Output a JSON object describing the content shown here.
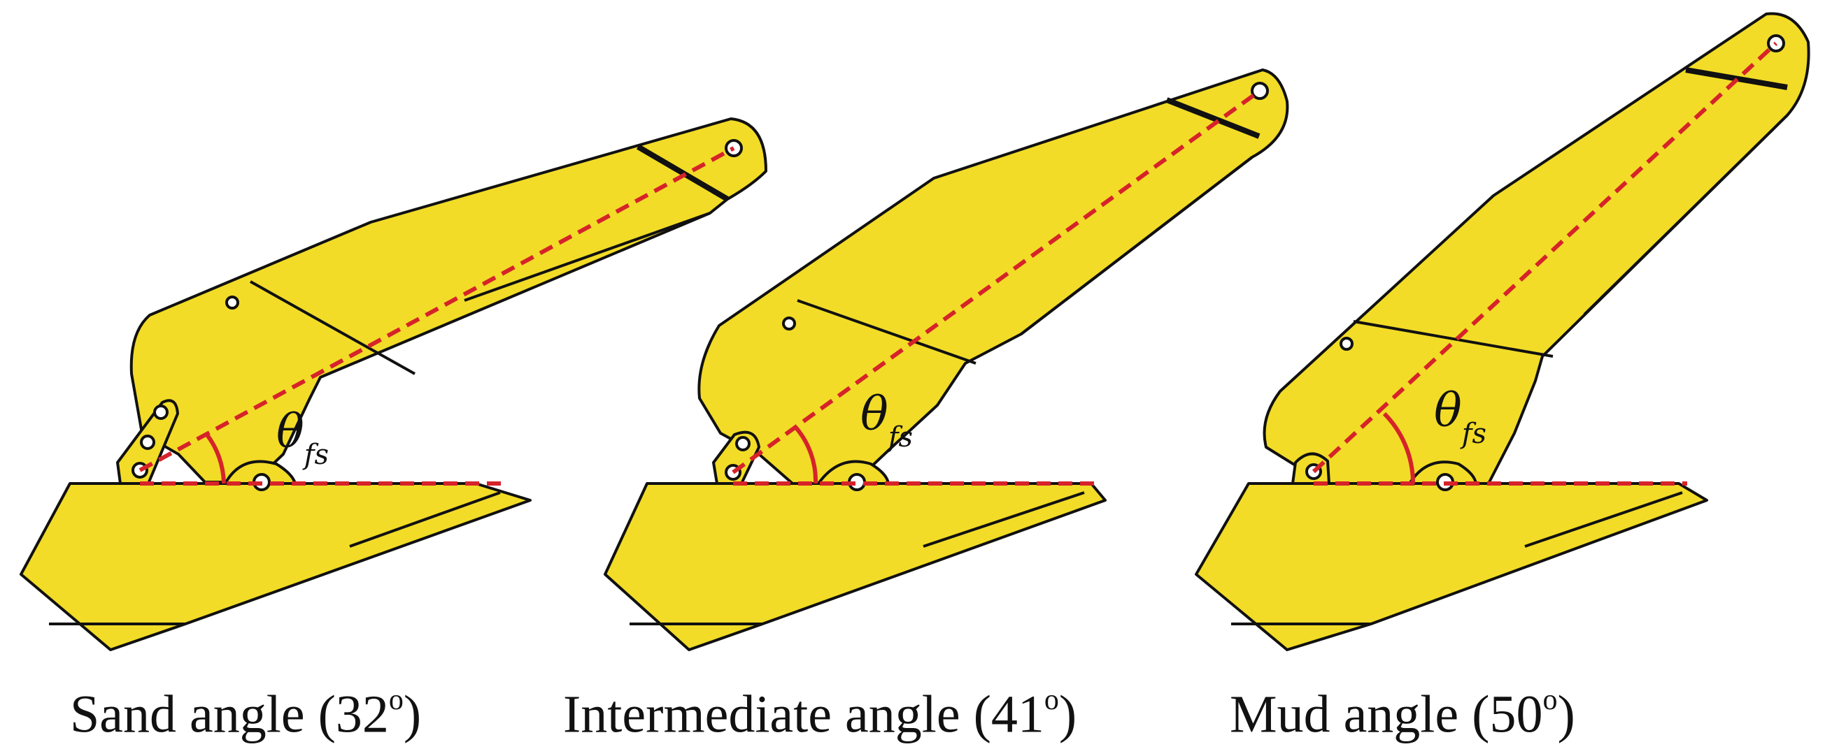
{
  "panels": [
    {
      "label": {
        "prefix": "Sand angle (",
        "angle": "32",
        "degree": "o",
        "suffix": ")"
      },
      "symbol": "θ",
      "subscript": "fs"
    },
    {
      "label": {
        "prefix": "Intermediate angle (",
        "angle": "41",
        "degree": "o",
        "suffix": ")"
      },
      "symbol": "θ",
      "subscript": "fs"
    },
    {
      "label": {
        "prefix": "Mud angle (",
        "angle": "50",
        "degree": "o",
        "suffix": ")"
      },
      "symbol": "θ",
      "subscript": "fs"
    }
  ],
  "colors": {
    "anchor_body": "#f2dc27",
    "reference_lines": "#d6232a",
    "outline": "#111111"
  }
}
